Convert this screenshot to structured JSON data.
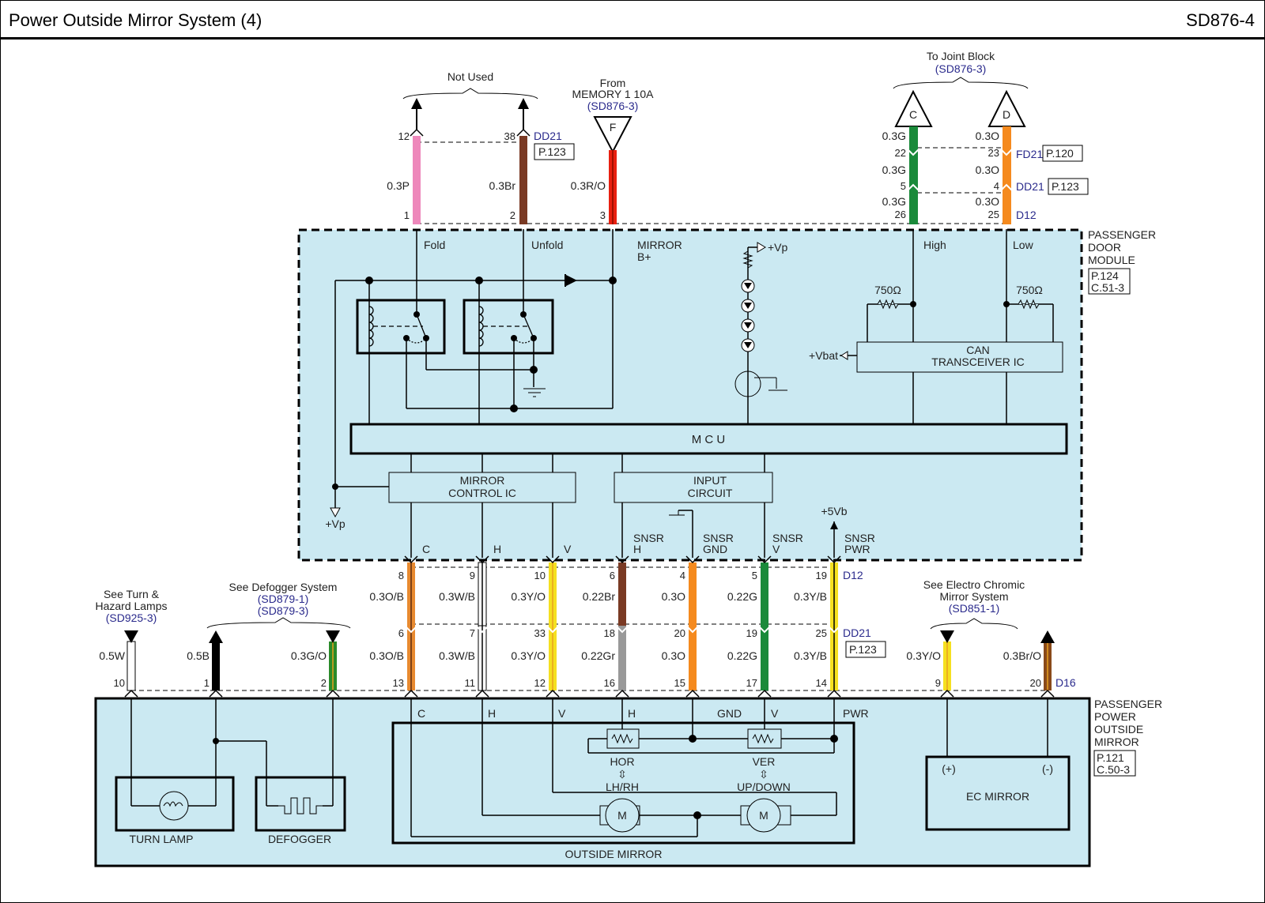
{
  "header": {
    "title": "Power Outside Mirror System (4)",
    "code": "SD876-4"
  },
  "top_refs": {
    "not_used": "Not Used",
    "from_line1": "From",
    "from_line2": "MEMORY 1 10A",
    "from_ref": "(SD876-3)",
    "from_connector": "F",
    "joint_block": "To Joint Block",
    "joint_ref": "(SD876-3)",
    "joint_c": "C",
    "joint_d": "D"
  },
  "top_wires": [
    {
      "pin_top": "12",
      "pin_bottom": "1",
      "spec": "0.3P",
      "color": "#ee88bb",
      "signal": "Fold"
    },
    {
      "pin_top": "38",
      "pin_bottom": "2",
      "spec": "0.3Br",
      "color": "#7a3a24",
      "signal": "Unfold"
    },
    {
      "pin_bottom": "3",
      "spec": "0.3R/O",
      "color": "#e82010",
      "signal_l1": "MIRROR",
      "signal_l2": "B+"
    }
  ],
  "top_connectors": {
    "dd21": "DD21",
    "dd21_page": "P.123",
    "fd21": "FD21",
    "fd21_page": "P.120",
    "d12": "D12"
  },
  "can_wires": [
    {
      "spec": "0.3G",
      "pins": [
        "22",
        "5",
        "26"
      ],
      "color": "#1a8a3a",
      "signal": "High"
    },
    {
      "spec": "0.3O",
      "pins": [
        "23",
        "4",
        "25"
      ],
      "color": "#f58a1e",
      "signal": "Low"
    }
  ],
  "door_module": {
    "name_l1": "PASSENGER",
    "name_l2": "DOOR",
    "name_l3": "MODULE",
    "page": "P.124",
    "conn": "C.51-3",
    "mcu": "M C U",
    "mirror_ic_l1": "MIRROR",
    "mirror_ic_l2": "CONTROL IC",
    "input_l1": "INPUT",
    "input_l2": "CIRCUIT",
    "can_l1": "CAN",
    "can_l2": "TRANSCEIVER IC",
    "res_value": "750Ω",
    "vp": "+Vp",
    "vbat": "+Vbat",
    "v5b": "+5Vb"
  },
  "mid_wires": [
    {
      "signal_l1": "C",
      "signal_l2": "",
      "pin1": "8",
      "spec1": "0.3O/B",
      "pin2": "6",
      "spec2": "0.3O/B",
      "pin3": "13",
      "color": "#e88a30",
      "stripe": "#5a2a10",
      "bottom_label": "C"
    },
    {
      "signal_l1": "H",
      "signal_l2": "",
      "pin1": "9",
      "spec1": "0.3W/B",
      "pin2": "7",
      "spec2": "0.3W/B",
      "pin3": "11",
      "color": "#ffffff",
      "stripe": "#000000",
      "bottom_label": "H"
    },
    {
      "signal_l1": "V",
      "signal_l2": "",
      "pin1": "10",
      "spec1": "0.3Y/O",
      "pin2": "33",
      "spec2": "0.3Y/O",
      "pin3": "12",
      "color": "#f5e020",
      "stripe": "#e8a020",
      "bottom_label": "V"
    },
    {
      "signal_l1": "SNSR",
      "signal_l2": "H",
      "pin1": "6",
      "spec1": "0.22Br",
      "pin2": "18",
      "spec2": "0.22Gr",
      "pin3": "16",
      "color": "#7a3a24",
      "color2": "#999999",
      "bottom_label": "H"
    },
    {
      "signal_l1": "SNSR",
      "signal_l2": "GND",
      "pin1": "4",
      "spec1": "0.3O",
      "pin2": "20",
      "spec2": "0.3O",
      "pin3": "15",
      "color": "#f58a1e",
      "bottom_label": "GND"
    },
    {
      "signal_l1": "SNSR",
      "signal_l2": "V",
      "pin1": "5",
      "spec1": "0.22G",
      "pin2": "19",
      "spec2": "0.22G",
      "pin3": "17",
      "color": "#1a8a3a",
      "bottom_label": "V"
    },
    {
      "signal_l1": "SNSR",
      "signal_l2": "PWR",
      "pin1": "19",
      "spec1": "0.3Y/B",
      "pin2": "25",
      "spec2": "0.3Y/B",
      "pin3": "14",
      "color": "#f5e020",
      "stripe": "#000000",
      "bottom_label": "PWR"
    }
  ],
  "mid_connectors": {
    "d12": "D12",
    "dd21": "DD21",
    "dd21_page": "P.123",
    "d16": "D16"
  },
  "left_refs": {
    "turn_l1": "See Turn &",
    "turn_l2": "Hazard Lamps",
    "turn_ref": "(SD925-3)",
    "defog_l1": "See Defogger System",
    "defog_ref1": "(SD879-1)",
    "defog_ref2": "(SD879-3)",
    "ec_l1": "See Electro Chromic",
    "ec_l2": "Mirror System",
    "ec_ref": "(SD851-1)"
  },
  "side_wires": [
    {
      "spec": "0.5W",
      "pin": "10",
      "color": "#ffffff"
    },
    {
      "spec": "0.5B",
      "pin": "1",
      "color": "#000000"
    },
    {
      "spec": "0.3G/O",
      "pin": "2",
      "color": "#2a8a2a",
      "stripe": "#e8a020"
    },
    {
      "spec": "0.3Y/O",
      "pin": "9",
      "color": "#f5e020",
      "stripe": "#e8a020"
    },
    {
      "spec": "0.3Br/O",
      "pin": "20",
      "color": "#8a4a1a",
      "stripe": "#e8a020"
    }
  ],
  "mirror_module": {
    "name_l1": "PASSENGER",
    "name_l2": "POWER",
    "name_l3": "OUTSIDE",
    "name_l4": "MIRROR",
    "page": "P.121",
    "conn": "C.50-3",
    "turn_lamp": "TURN LAMP",
    "defogger": "DEFOGGER",
    "outside_mirror": "OUTSIDE MIRROR",
    "hor": "HOR",
    "ver": "VER",
    "lhrh": "LH/RH",
    "updown": "UP/DOWN",
    "motor": "M",
    "ec_mirror": "EC MIRROR",
    "ec_plus": "(+)",
    "ec_minus": "(-)"
  }
}
